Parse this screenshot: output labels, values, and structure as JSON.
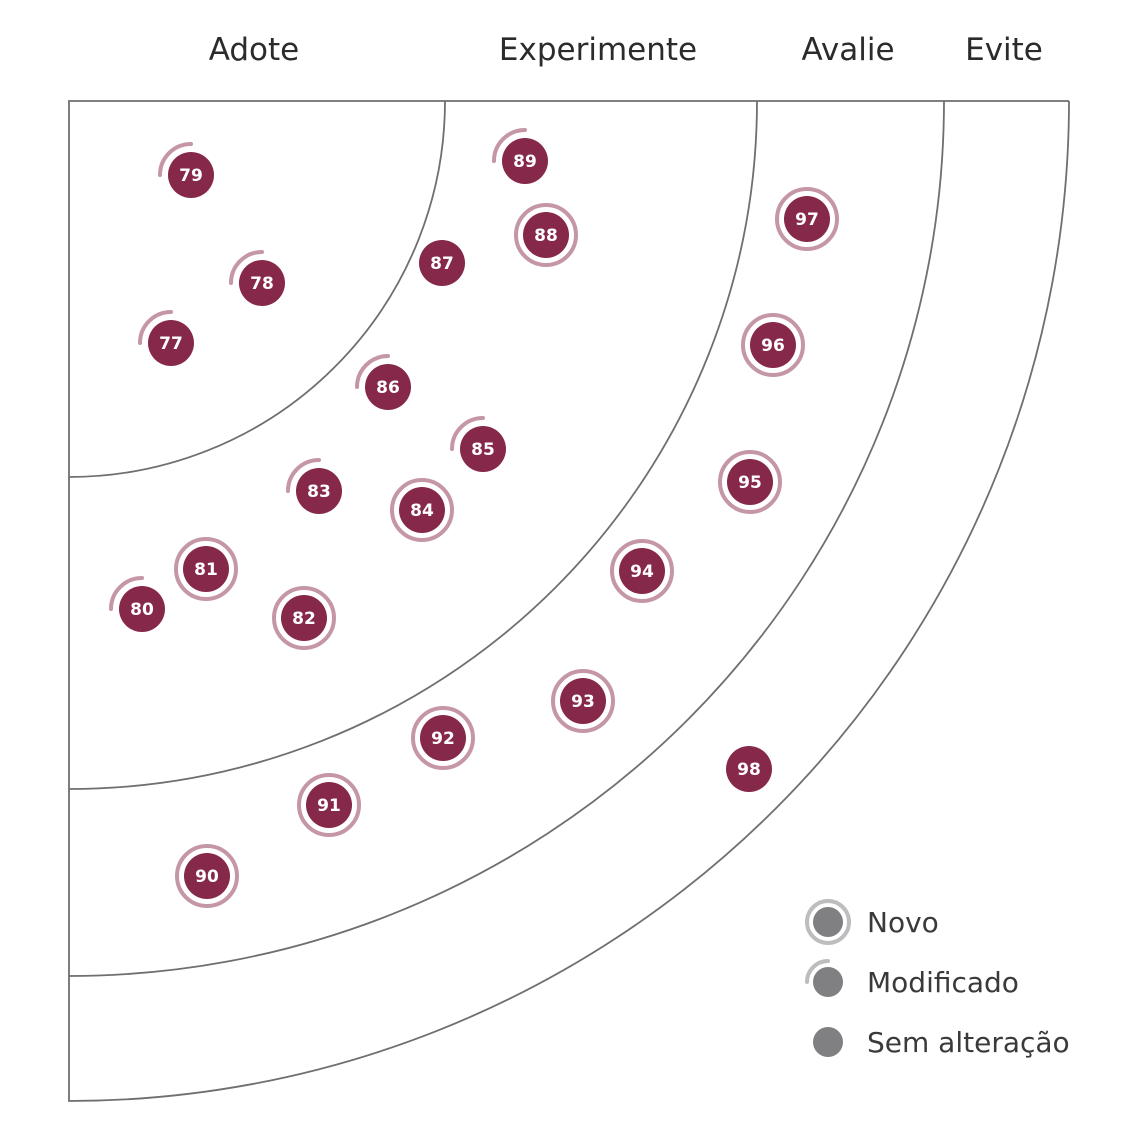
{
  "rings": [
    "Adote",
    "Experimente",
    "Avalie",
    "Evite"
  ],
  "blips": [
    {
      "id": "77",
      "ring": "Adote",
      "status": "modified"
    },
    {
      "id": "78",
      "ring": "Adote",
      "status": "modified"
    },
    {
      "id": "79",
      "ring": "Adote",
      "status": "modified"
    },
    {
      "id": "80",
      "ring": "Experimente",
      "status": "modified"
    },
    {
      "id": "81",
      "ring": "Experimente",
      "status": "new"
    },
    {
      "id": "82",
      "ring": "Experimente",
      "status": "new"
    },
    {
      "id": "83",
      "ring": "Experimente",
      "status": "modified"
    },
    {
      "id": "84",
      "ring": "Experimente",
      "status": "new"
    },
    {
      "id": "85",
      "ring": "Experimente",
      "status": "modified"
    },
    {
      "id": "86",
      "ring": "Experimente",
      "status": "modified"
    },
    {
      "id": "87",
      "ring": "Experimente",
      "status": "unchanged"
    },
    {
      "id": "88",
      "ring": "Experimente",
      "status": "new"
    },
    {
      "id": "89",
      "ring": "Experimente",
      "status": "modified"
    },
    {
      "id": "90",
      "ring": "Avalie",
      "status": "new"
    },
    {
      "id": "91",
      "ring": "Avalie",
      "status": "new"
    },
    {
      "id": "92",
      "ring": "Avalie",
      "status": "new"
    },
    {
      "id": "93",
      "ring": "Avalie",
      "status": "new"
    },
    {
      "id": "94",
      "ring": "Avalie",
      "status": "new"
    },
    {
      "id": "95",
      "ring": "Avalie",
      "status": "new"
    },
    {
      "id": "96",
      "ring": "Avalie",
      "status": "new"
    },
    {
      "id": "97",
      "ring": "Avalie",
      "status": "new"
    },
    {
      "id": "98",
      "ring": "Evite",
      "status": "unchanged"
    }
  ],
  "legend": {
    "new": "Novo",
    "modified": "Modificado",
    "unchanged": "Sem alteração"
  },
  "colors": {
    "blip": "#86284a",
    "blip_ring": "#c596a6",
    "legend_dot": "#808082",
    "legend_ring": "#bdbdbf",
    "line": "#6f6f6f"
  }
}
